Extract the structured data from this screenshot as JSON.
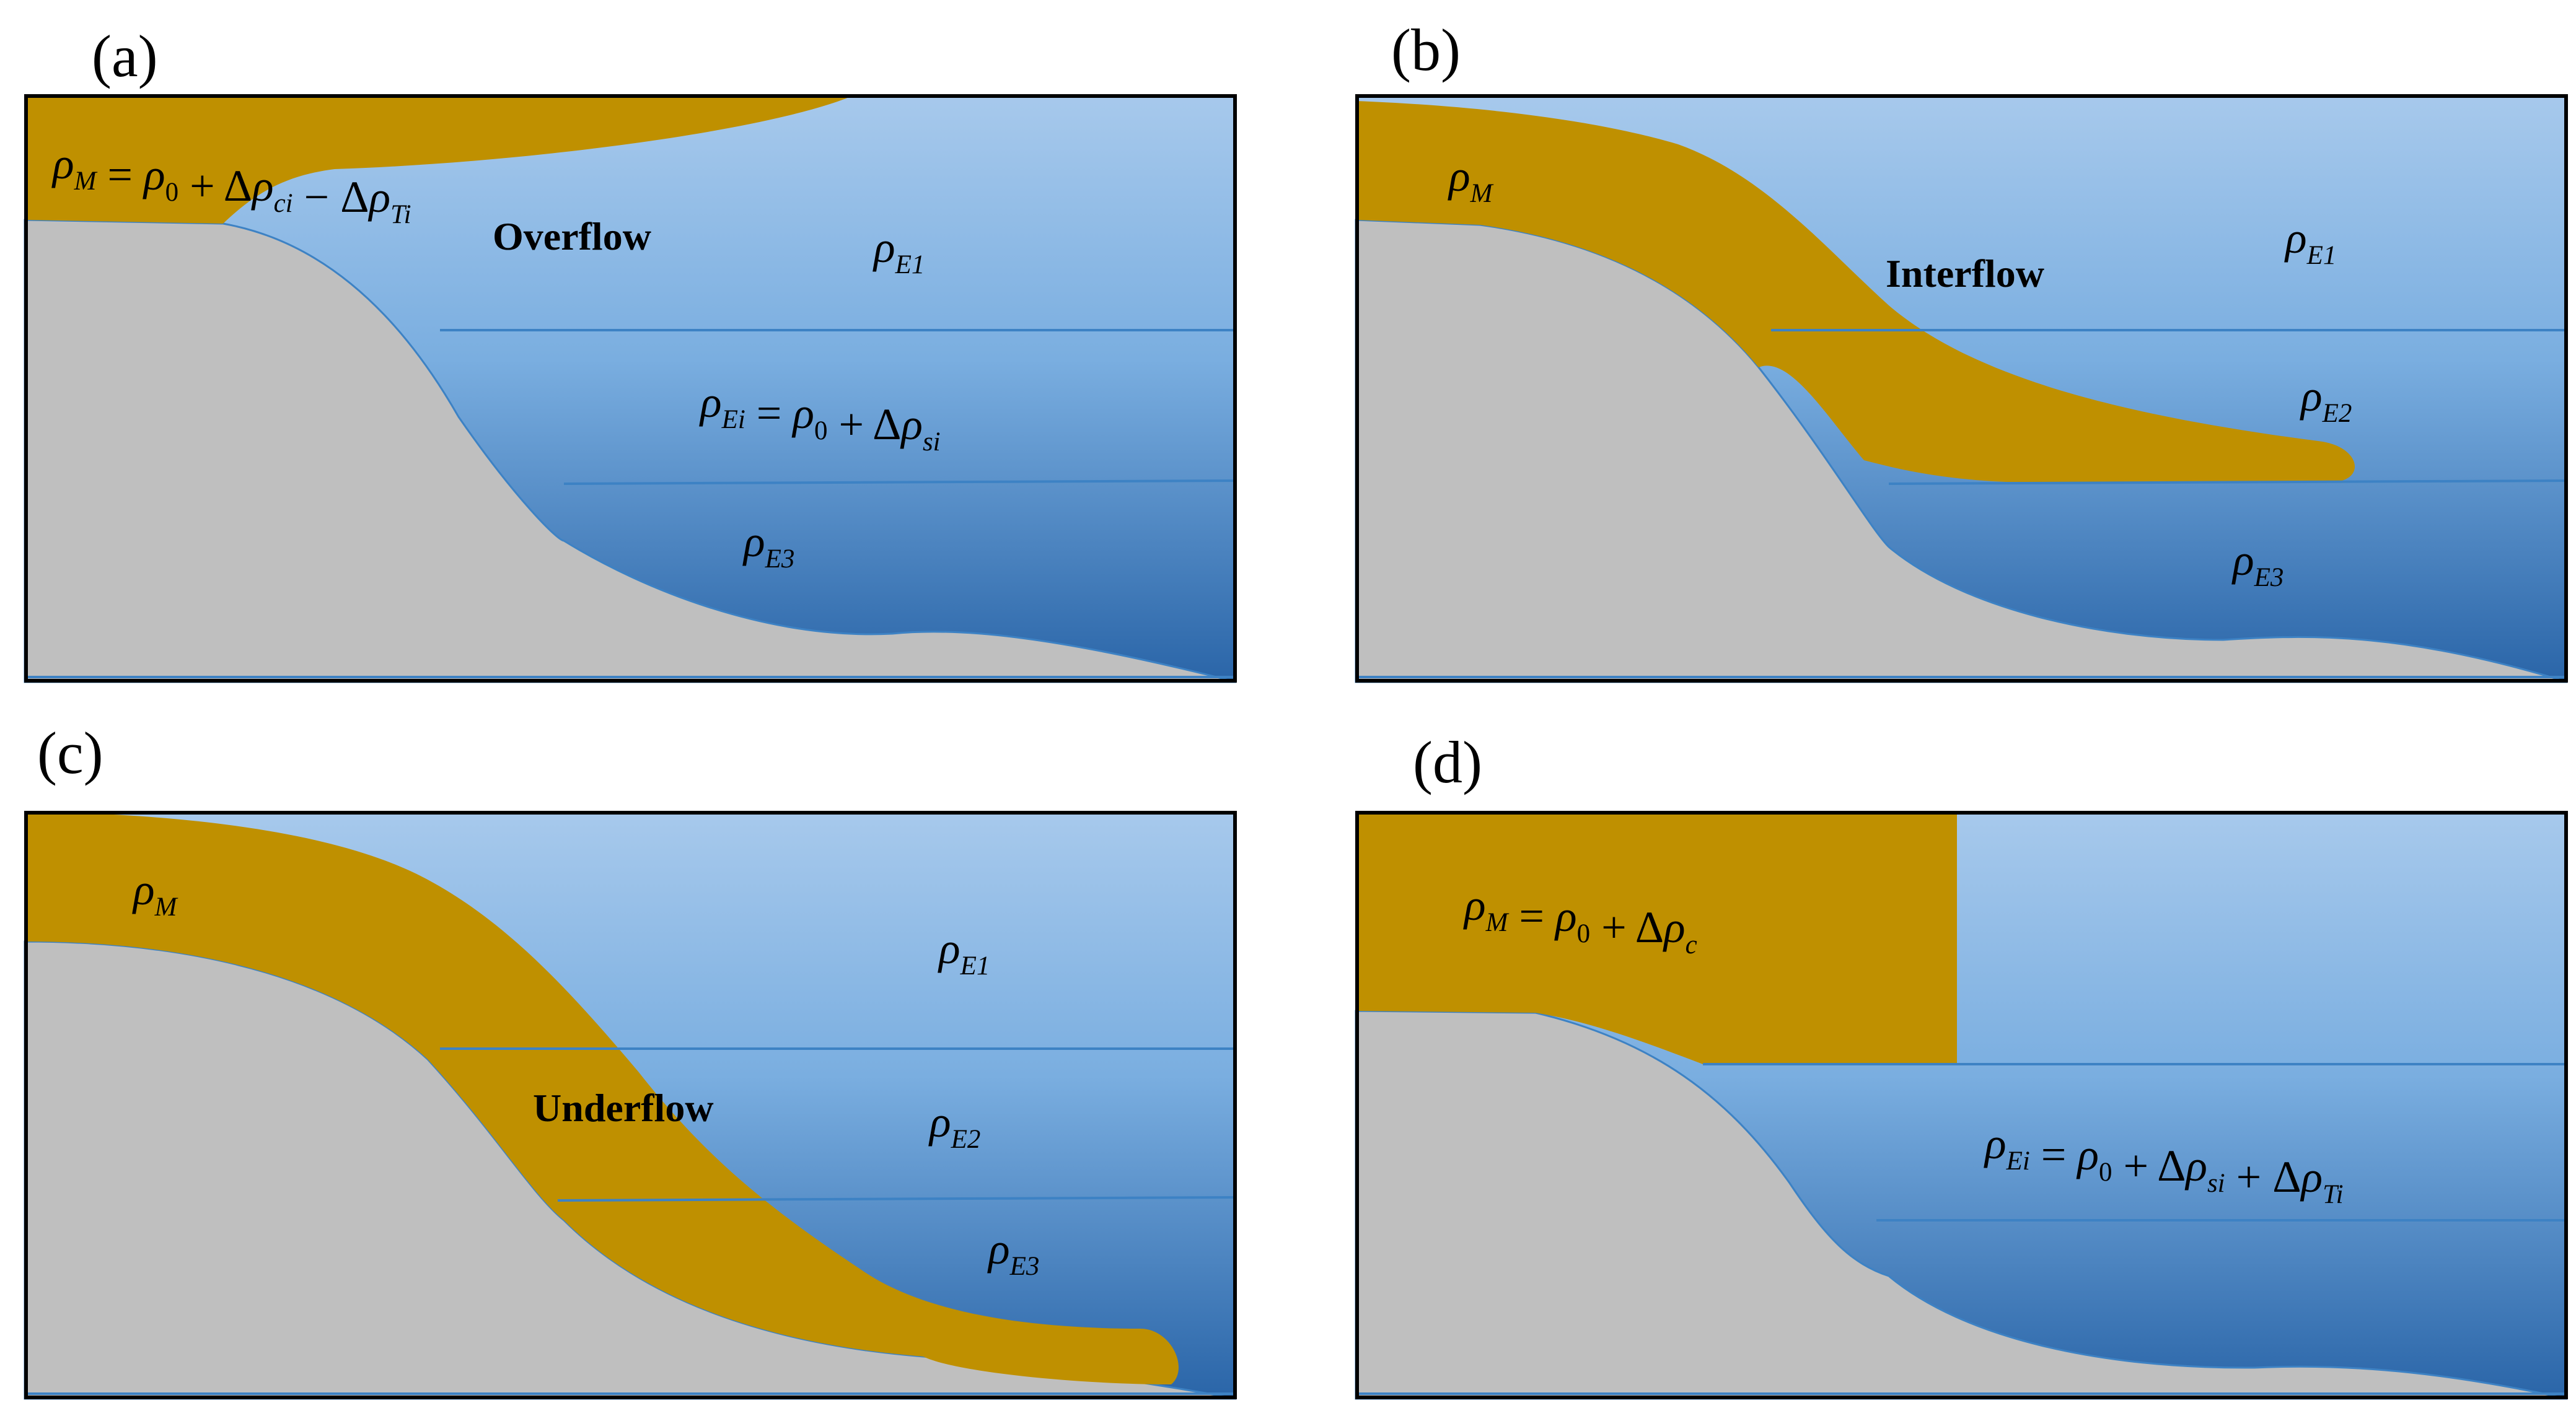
{
  "panels": [
    {
      "label": "(a)",
      "flow_name": "Overflow",
      "equations": [
        {
          "id": "rhoM",
          "rho": "ρ",
          "sub": "M",
          "rest": [
            {
              "t": " = ",
              "i": false
            },
            {
              "t": "ρ",
              "i": true
            },
            {
              "t": "0",
              "i": false,
              "sub": true
            },
            {
              "t": " + Δ",
              "i": false
            },
            {
              "t": "ρ",
              "i": true
            },
            {
              "t": "ci",
              "i": true,
              "sub": true
            },
            {
              "t": " − Δ",
              "i": false
            },
            {
              "t": "ρ",
              "i": true
            },
            {
              "t": "Ti",
              "i": true,
              "sub": true
            }
          ]
        },
        {
          "id": "rhoE1",
          "rho": "ρ",
          "sub": "E1",
          "rest": []
        },
        {
          "id": "rhoEi",
          "rho": "ρ",
          "sub": "Ei",
          "rest": [
            {
              "t": " = ",
              "i": false
            },
            {
              "t": "ρ",
              "i": true
            },
            {
              "t": "0",
              "i": false,
              "sub": true
            },
            {
              "t": " + Δ",
              "i": false
            },
            {
              "t": "ρ",
              "i": true
            },
            {
              "t": "si",
              "i": true,
              "sub": true
            }
          ]
        },
        {
          "id": "rhoE3",
          "rho": "ρ",
          "sub": "E3",
          "rest": []
        }
      ]
    },
    {
      "label": "(b)",
      "flow_name": "Interflow",
      "equations": [
        {
          "id": "rhoM",
          "rho": "ρ",
          "sub": "M",
          "rest": []
        },
        {
          "id": "rhoE1",
          "rho": "ρ",
          "sub": "E1",
          "rest": []
        },
        {
          "id": "rhoE2",
          "rho": "ρ",
          "sub": "E2",
          "rest": []
        },
        {
          "id": "rhoE3",
          "rho": "ρ",
          "sub": "E3",
          "rest": []
        }
      ]
    },
    {
      "label": "(c)",
      "flow_name": "Underflow",
      "equations": [
        {
          "id": "rhoM",
          "rho": "ρ",
          "sub": "M",
          "rest": []
        },
        {
          "id": "rhoE1",
          "rho": "ρ",
          "sub": "E1",
          "rest": []
        },
        {
          "id": "rhoE2",
          "rho": "ρ",
          "sub": "E2",
          "rest": []
        },
        {
          "id": "rhoE3",
          "rho": "ρ",
          "sub": "E3",
          "rest": []
        }
      ]
    },
    {
      "label": "(d)",
      "flow_name": "",
      "equations": [
        {
          "id": "rhoM",
          "rho": "ρ",
          "sub": "M",
          "rest": [
            {
              "t": " = ",
              "i": false
            },
            {
              "t": "ρ",
              "i": true
            },
            {
              "t": "0",
              "i": false,
              "sub": true
            },
            {
              "t": " + Δ",
              "i": false
            },
            {
              "t": "ρ",
              "i": true
            },
            {
              "t": "c",
              "i": true,
              "sub": true
            }
          ]
        },
        {
          "id": "rhoEi",
          "rho": "ρ",
          "sub": "Ei",
          "rest": [
            {
              "t": " = ",
              "i": false
            },
            {
              "t": "ρ",
              "i": true
            },
            {
              "t": "0",
              "i": false,
              "sub": true
            },
            {
              "t": " + Δ",
              "i": false
            },
            {
              "t": "ρ",
              "i": true
            },
            {
              "t": "si",
              "i": true,
              "sub": true
            },
            {
              "t": " + Δ",
              "i": false
            },
            {
              "t": "ρ",
              "i": true
            },
            {
              "t": "Ti",
              "i": true,
              "sub": true
            }
          ]
        }
      ]
    }
  ],
  "colors": {
    "water_top": "#a7c9ec",
    "water_bottom": "#2a65a8",
    "ground": "#bfbfbf",
    "flow": "#bf9000",
    "layer_line": "#3d82c4",
    "frame": "#000000"
  }
}
